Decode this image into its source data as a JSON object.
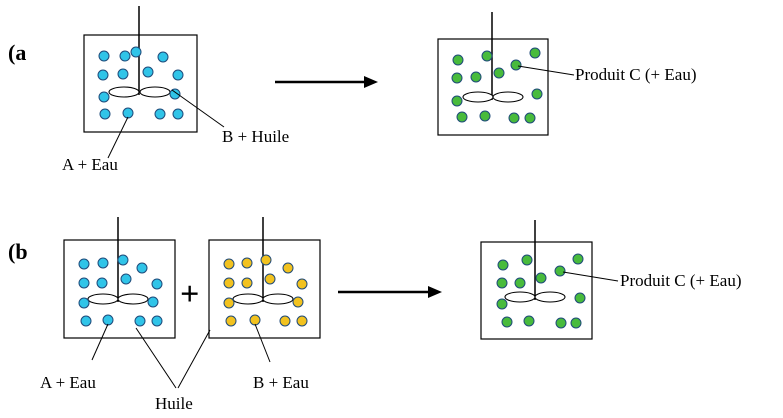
{
  "colors": {
    "reactant_a": "#30c4e8",
    "reactant_b": "#f2c21f",
    "product": "#48bb3c",
    "dot_outline": "#1f4a7a"
  },
  "panel_a": {
    "label": "(a",
    "label_a": "A + Eau",
    "label_b": "B + Huile",
    "product_label": "Produit C (+ Eau)"
  },
  "panel_b": {
    "label": "(b",
    "plus": "+",
    "label_a": "A + Eau",
    "label_b": "B + Eau",
    "label_oil": "Huile",
    "product_label": "Produit C (+ Eau)"
  }
}
